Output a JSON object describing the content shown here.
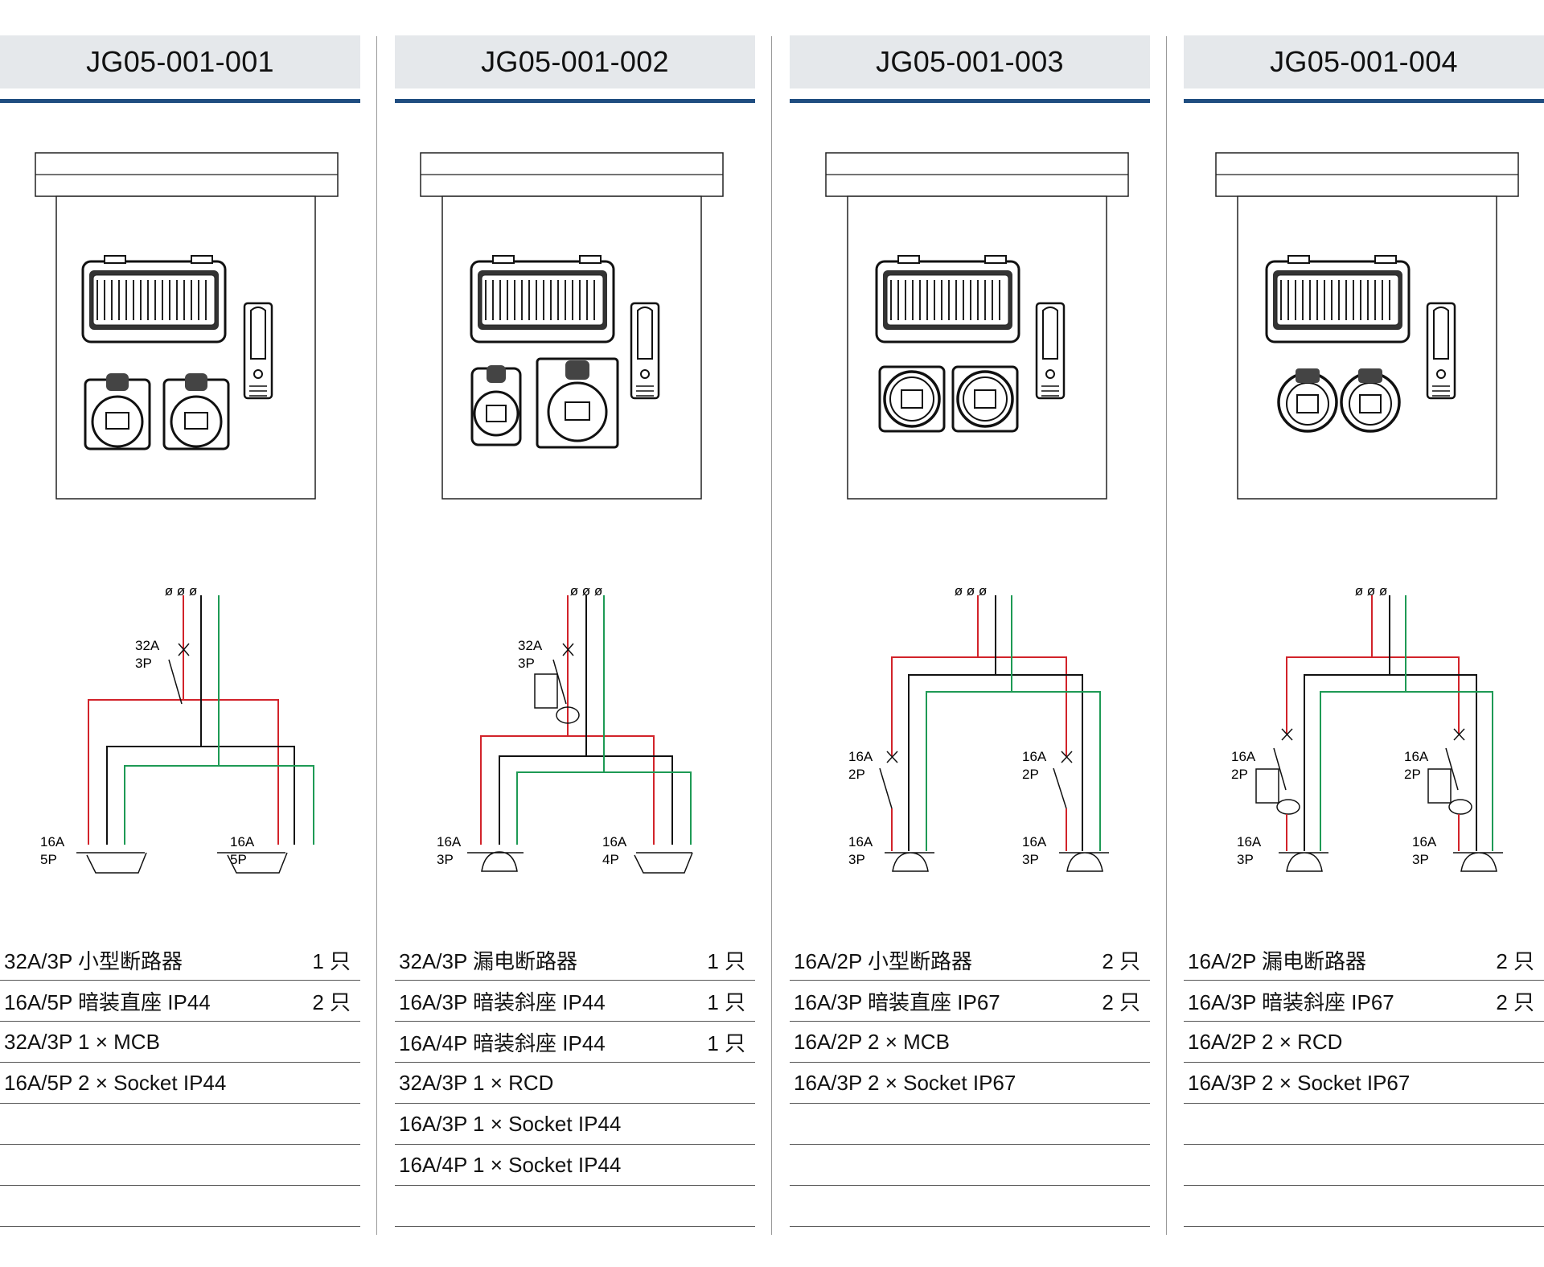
{
  "columns": [
    {
      "model": "JG05-001-001",
      "sockets_type": "straight-ip44",
      "breakers": [
        {
          "rating": "32A",
          "poles": "3P"
        }
      ],
      "outputs": [
        {
          "rating": "16A",
          "poles": "5P"
        },
        {
          "rating": "16A",
          "poles": "5P"
        }
      ],
      "rows": [
        {
          "text": "32A/3P 小型断路器",
          "qty": "1 只"
        },
        {
          "text": "16A/5P 暗装直座 IP44",
          "qty": "2 只"
        },
        {
          "text": "32A/3P 1 × MCB",
          "qty": ""
        },
        {
          "text": "16A/5P 2 × Socket IP44",
          "qty": ""
        },
        {
          "text": "",
          "qty": ""
        },
        {
          "text": "",
          "qty": ""
        },
        {
          "text": "",
          "qty": ""
        }
      ]
    },
    {
      "model": "JG05-001-002",
      "sockets_type": "mixed-ip44",
      "breakers": [
        {
          "rating": "32A",
          "poles": "3P"
        }
      ],
      "outputs": [
        {
          "rating": "16A",
          "poles": "3P"
        },
        {
          "rating": "16A",
          "poles": "4P"
        }
      ],
      "rows": [
        {
          "text": "32A/3P 漏电断路器",
          "qty": "1 只"
        },
        {
          "text": "16A/3P 暗装斜座 IP44",
          "qty": "1 只"
        },
        {
          "text": "16A/4P 暗装斜座 IP44",
          "qty": "1 只"
        },
        {
          "text": "32A/3P 1 × RCD",
          "qty": ""
        },
        {
          "text": "16A/3P 1 × Socket IP44",
          "qty": ""
        },
        {
          "text": "16A/4P 1 × Socket IP44",
          "qty": ""
        },
        {
          "text": "",
          "qty": ""
        }
      ]
    },
    {
      "model": "JG05-001-003",
      "sockets_type": "straight-ip67",
      "breakers": [
        {
          "rating": "16A",
          "poles": "2P"
        },
        {
          "rating": "16A",
          "poles": "2P"
        }
      ],
      "outputs": [
        {
          "rating": "16A",
          "poles": "3P"
        },
        {
          "rating": "16A",
          "poles": "3P"
        }
      ],
      "rows": [
        {
          "text": "16A/2P 小型断路器",
          "qty": "2 只"
        },
        {
          "text": "16A/3P 暗装直座 IP67",
          "qty": "2 只"
        },
        {
          "text": "16A/2P 2 × MCB",
          "qty": ""
        },
        {
          "text": "16A/3P 2 × Socket IP67",
          "qty": ""
        },
        {
          "text": "",
          "qty": ""
        },
        {
          "text": "",
          "qty": ""
        },
        {
          "text": "",
          "qty": ""
        }
      ]
    },
    {
      "model": "JG05-001-004",
      "sockets_type": "angled-ip67",
      "breakers": [
        {
          "rating": "16A",
          "poles": "2P"
        },
        {
          "rating": "16A",
          "poles": "2P"
        }
      ],
      "outputs": [
        {
          "rating": "16A",
          "poles": "3P"
        },
        {
          "rating": "16A",
          "poles": "3P"
        }
      ],
      "rows": [
        {
          "text": "16A/2P 漏电断路器",
          "qty": "2 只"
        },
        {
          "text": "16A/3P 暗装斜座 IP67",
          "qty": "2 只"
        },
        {
          "text": "16A/2P 2 × RCD",
          "qty": ""
        },
        {
          "text": "16A/3P 2 × Socket IP67",
          "qty": ""
        },
        {
          "text": "",
          "qty": ""
        },
        {
          "text": "",
          "qty": ""
        },
        {
          "text": "",
          "qty": ""
        }
      ]
    }
  ],
  "colors": {
    "header_bg": "#e5e8eb",
    "header_rule": "#1f4d80",
    "live_wire": "#d2232a",
    "neutral_wire": "#111111",
    "earth_wire": "#1e9a55"
  }
}
